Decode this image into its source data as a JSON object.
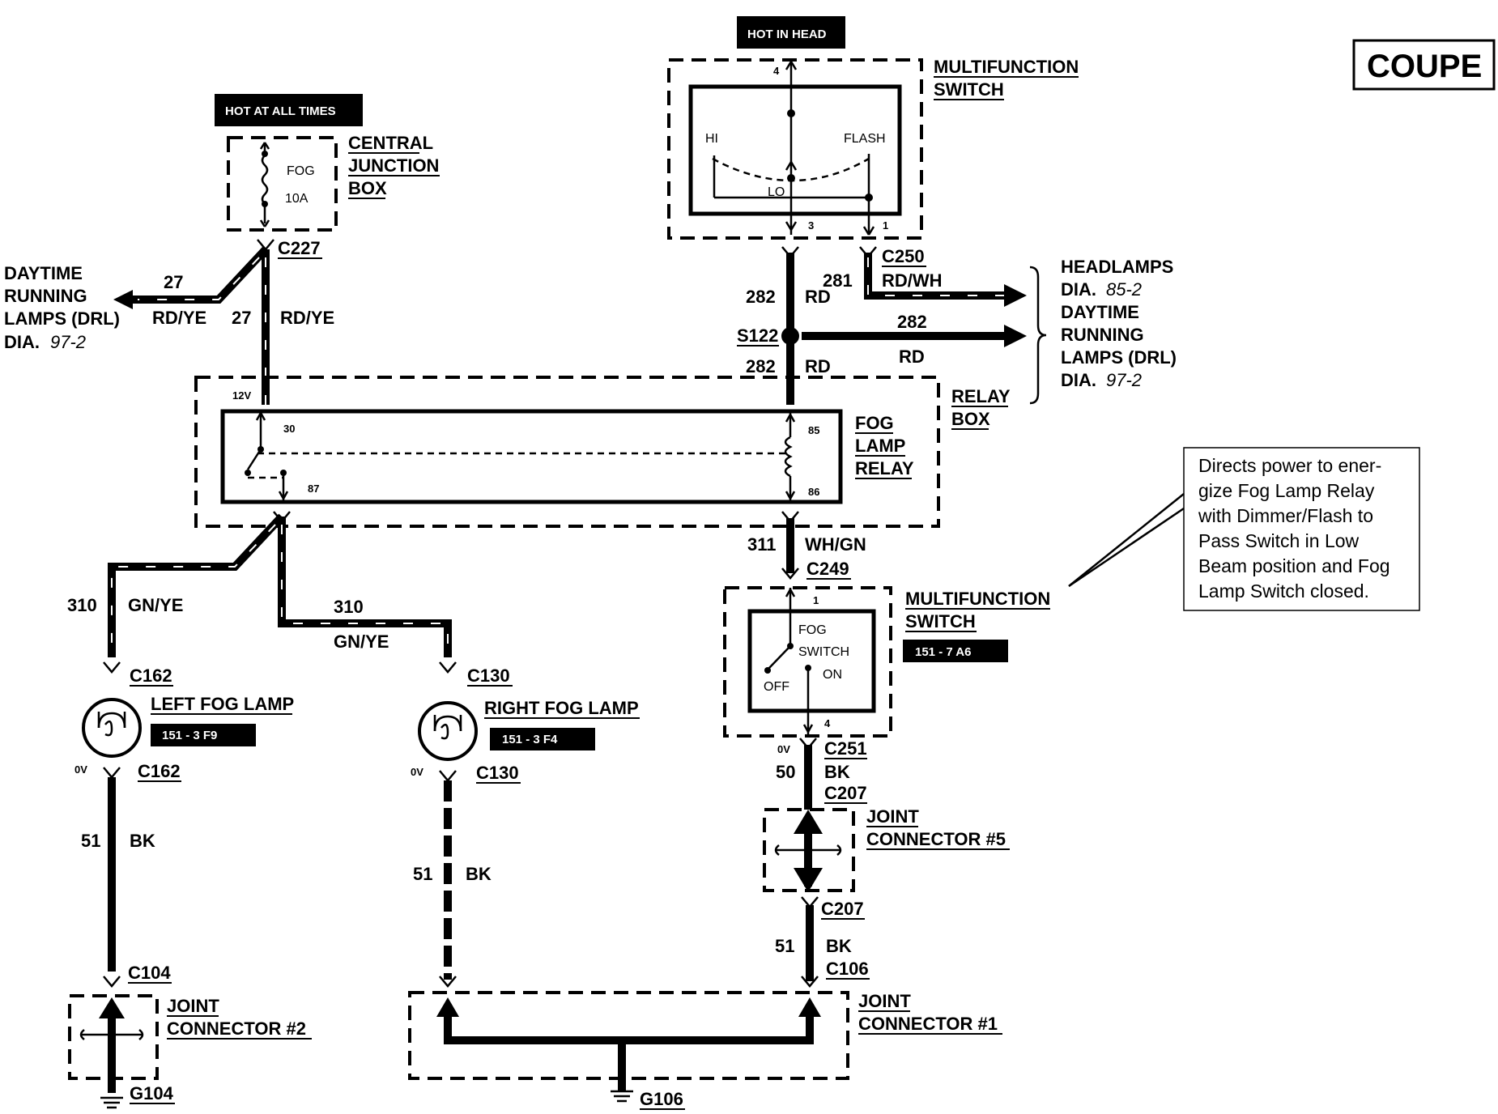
{
  "title_badge": "COUPE",
  "power_tags": {
    "hot_at_all_times": "HOT AT ALL TIMES",
    "hot_in_head": "HOT IN HEAD"
  },
  "components": {
    "central_junction_box": {
      "line1": "CENTRAL",
      "line2": "JUNCTION",
      "line3": "BOX",
      "fuse_name": "FOG",
      "fuse_rating": "10A"
    },
    "multifunction_switch_top": {
      "line1": "MULTIFUNCTION",
      "line2": "SWITCH",
      "hi": "HI",
      "flash": "FLASH",
      "lo": "LO",
      "pin_top": "4",
      "pin_left": "3",
      "pin_right": "1"
    },
    "relay_box": {
      "line1": "RELAY",
      "line2": "BOX"
    },
    "fog_lamp_relay": {
      "line1": "FOG",
      "line2": "LAMP",
      "line3": "RELAY",
      "pin_30": "30",
      "pin_87": "87",
      "pin_85": "85",
      "pin_86": "86",
      "voltage": "12V"
    },
    "multifunction_switch_bottom": {
      "line1": "MULTIFUNCTION",
      "line2": "SWITCH",
      "tag": "151 - 7 A6",
      "switch_line1": "FOG",
      "switch_line2": "SWITCH",
      "off": "OFF",
      "on": "ON",
      "pin_top": "1",
      "pin_bottom": "4"
    },
    "left_fog_lamp": {
      "label": "LEFT FOG LAMP",
      "tag": "151 - 3 F9"
    },
    "right_fog_lamp": {
      "label": "RIGHT FOG LAMP",
      "tag": "151 - 3 F4"
    },
    "joint_connector_5": {
      "line1": "JOINT",
      "line2": "CONNECTOR #5"
    },
    "joint_connector_2": {
      "line1": "JOINT",
      "line2": "CONNECTOR #2"
    },
    "joint_connector_1": {
      "line1": "JOINT",
      "line2": "CONNECTOR #1"
    }
  },
  "destinations": {
    "drl_left": {
      "line1": "DAYTIME",
      "line2": "RUNNING",
      "line3": "LAMPS (DRL)",
      "dia_prefix": "DIA.",
      "dia_num": "97-2"
    },
    "headlamps": {
      "line1": "HEADLAMPS",
      "dia1_prefix": "DIA.",
      "dia1_num": "85-2",
      "line2": "DAYTIME",
      "line3": "RUNNING",
      "line4": "LAMPS (DRL)",
      "dia2_prefix": "DIA.",
      "dia2_num": "97-2"
    }
  },
  "connectors": {
    "c227": "C227",
    "c250": "C250",
    "s122": "S122",
    "c249": "C249",
    "c162_top": "C162",
    "c162_bottom": "C162",
    "c130_top": "C130",
    "c130_bottom": "C130",
    "c251": "C251",
    "c207_top": "C207",
    "c207_bottom": "C207",
    "c104": "C104",
    "c106": "C106",
    "g104": "G104",
    "g106": "G106"
  },
  "wires": {
    "w27_drl": {
      "circuit": "27",
      "color": "RD/YE"
    },
    "w27_main": {
      "circuit": "27",
      "color": "RD/YE"
    },
    "w282_top": {
      "circuit": "282",
      "color": "RD"
    },
    "w281": {
      "circuit": "281",
      "color": "RD/WH"
    },
    "w282_branch": {
      "circuit": "282",
      "color": "RD"
    },
    "w282_lower": {
      "circuit": "282",
      "color": "RD"
    },
    "w311": {
      "circuit": "311",
      "color": "WH/GN"
    },
    "w310_left": {
      "circuit": "310",
      "color": "GN/YE"
    },
    "w310_right": {
      "circuit": "310",
      "color": "GN/YE"
    },
    "w50": {
      "circuit": "50",
      "color": "BK"
    },
    "w51_left": {
      "circuit": "51",
      "color": "BK"
    },
    "w51_mid": {
      "circuit": "51",
      "color": "BK"
    },
    "w51_right": {
      "circuit": "51",
      "color": "BK"
    }
  },
  "voltages": {
    "v_left_lamp": "0V",
    "v_right_lamp": "0V",
    "v_switch": "0V"
  },
  "note": {
    "lines": [
      "Directs  power to ener-",
      "gize Fog Lamp Relay",
      "with Dimmer/Flash to",
      "Pass Switch in Low",
      "Beam position and Fog",
      "Lamp Switch closed."
    ]
  }
}
